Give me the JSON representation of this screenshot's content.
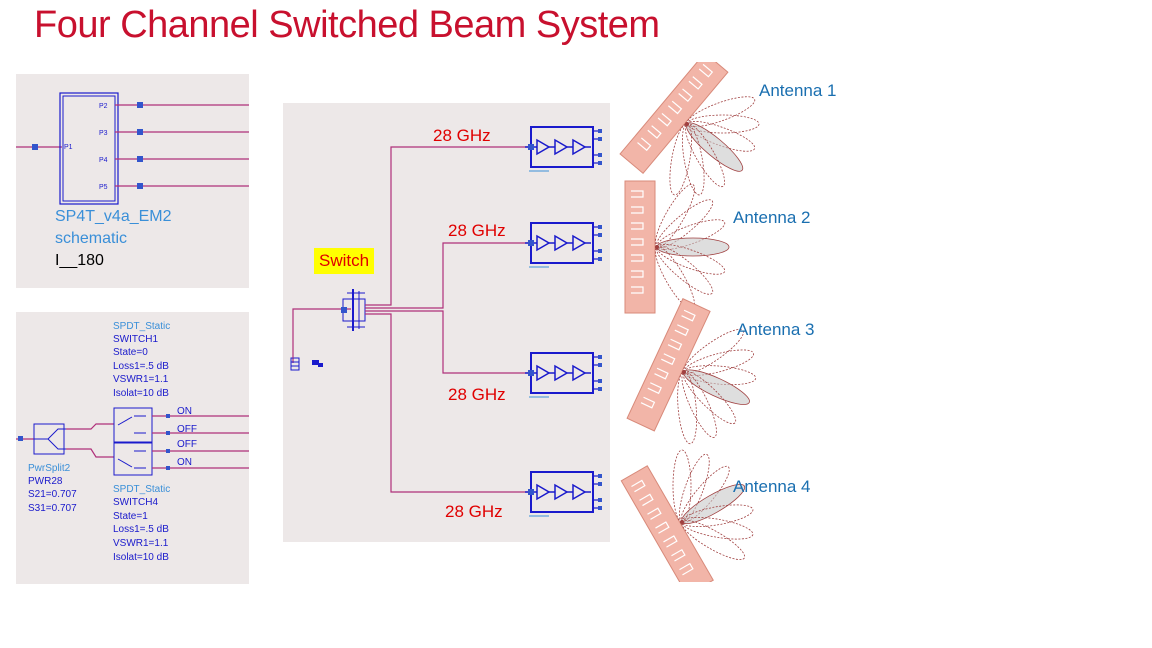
{
  "title": "Four Channel Switched Beam System",
  "colors": {
    "title": "#c8102e",
    "wire": "#b0307a",
    "component": "#1a1acc",
    "freq": "#e00000",
    "antenna_label": "#1a6fb0",
    "switch_bg": "#ffff00"
  },
  "sp4t_panel": {
    "ports": [
      "P2",
      "P3",
      "P4",
      "P5"
    ],
    "input_port": "P1",
    "name": "SP4T_v4a_EM2",
    "view": "schematic",
    "instance": "I__180"
  },
  "spdt_panel": {
    "switch1": {
      "type": "SPDT_Static",
      "name": "SWITCH1",
      "params": [
        "State=0",
        "Loss1=.5 dB",
        "VSWR1=1.1",
        "Isolat=10 dB"
      ]
    },
    "switch4": {
      "type": "SPDT_Static",
      "name": "SWITCH4",
      "params": [
        "State=1",
        "Loss1=.5 dB",
        "VSWR1=1.1",
        "Isolat=10 dB"
      ]
    },
    "outputs": [
      "ON",
      "OFF",
      "OFF",
      "ON"
    ],
    "splitter": {
      "type": "PwrSplit2",
      "name": "PWR28",
      "params": [
        "S21=0.707",
        "S31=0.707"
      ]
    }
  },
  "system_panel": {
    "switch_label": "Switch",
    "channels": [
      {
        "freq": "28 GHz"
      },
      {
        "freq": "28 GHz"
      },
      {
        "freq": "28 GHz"
      },
      {
        "freq": "28 GHz"
      }
    ]
  },
  "antennas": [
    {
      "label": "Antenna 1"
    },
    {
      "label": "Antenna 2"
    },
    {
      "label": "Antenna 3"
    },
    {
      "label": "Antenna 4"
    }
  ]
}
